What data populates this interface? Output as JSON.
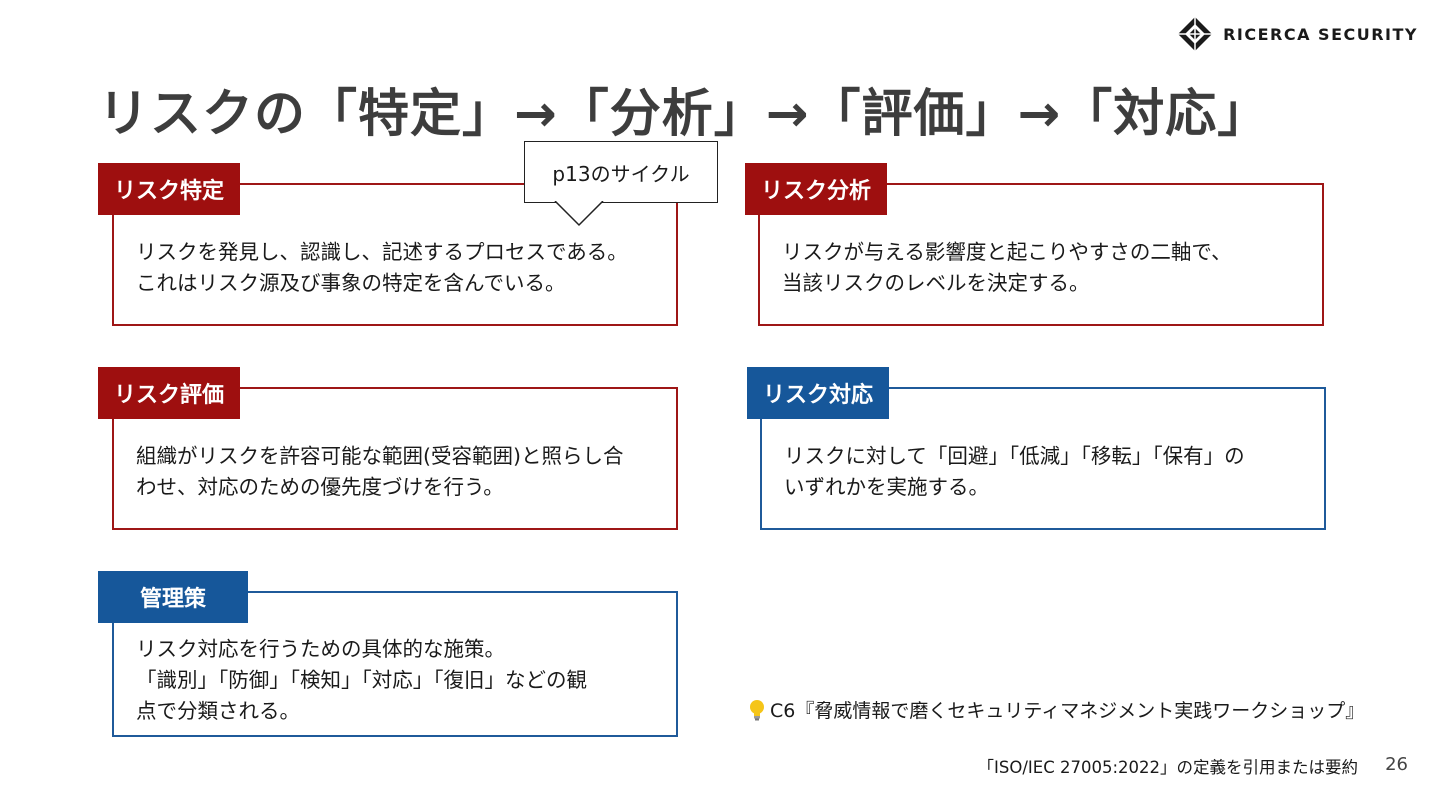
{
  "header": {
    "logo_text": "RICERCA SECURITY",
    "title": "リスクの「特定」→「分析」→「評価」→「対応」"
  },
  "callout": {
    "text": "p13のサイクル"
  },
  "cards": [
    {
      "tag": "リスク特定",
      "lines": [
        "リスクを発見し、認識し、記述するプロセスである。",
        "これはリスク源及び事象の特定を含んでいる。"
      ],
      "color": "#9e0f0f"
    },
    {
      "tag": "リスク分析",
      "lines": [
        "リスクが与える影響度と起こりやすさの二軸で、",
        "当該リスクのレベルを決定する。"
      ],
      "color": "#9e0f0f"
    },
    {
      "tag": "リスク評価",
      "lines": [
        "組織がリスクを許容可能な範囲(受容範囲)と照らし合",
        "わせ、対応のための優先度づけを行う。"
      ],
      "color": "#9e0f0f"
    },
    {
      "tag": "リスク対応",
      "lines": [
        "リスクに対して「回避」「低減」「移転」「保有」の",
        "いずれかを実施する。"
      ],
      "color": "#16579a"
    },
    {
      "tag": "管理策",
      "lines": [
        "リスク対応を行うための具体的な施策。",
        "「識別」「防御」「検知」「対応」「復旧」などの観",
        "点で分類される。"
      ],
      "color": "#16579a"
    }
  ],
  "source_note": {
    "icon": "lightbulb-icon",
    "text": "C6『脅威情報で磨くセキュリティマネジメント実践ワークショップ』"
  },
  "footer": {
    "note": "「ISO/IEC 27005:2022」の定義を引用または要約",
    "page_number": "26"
  }
}
